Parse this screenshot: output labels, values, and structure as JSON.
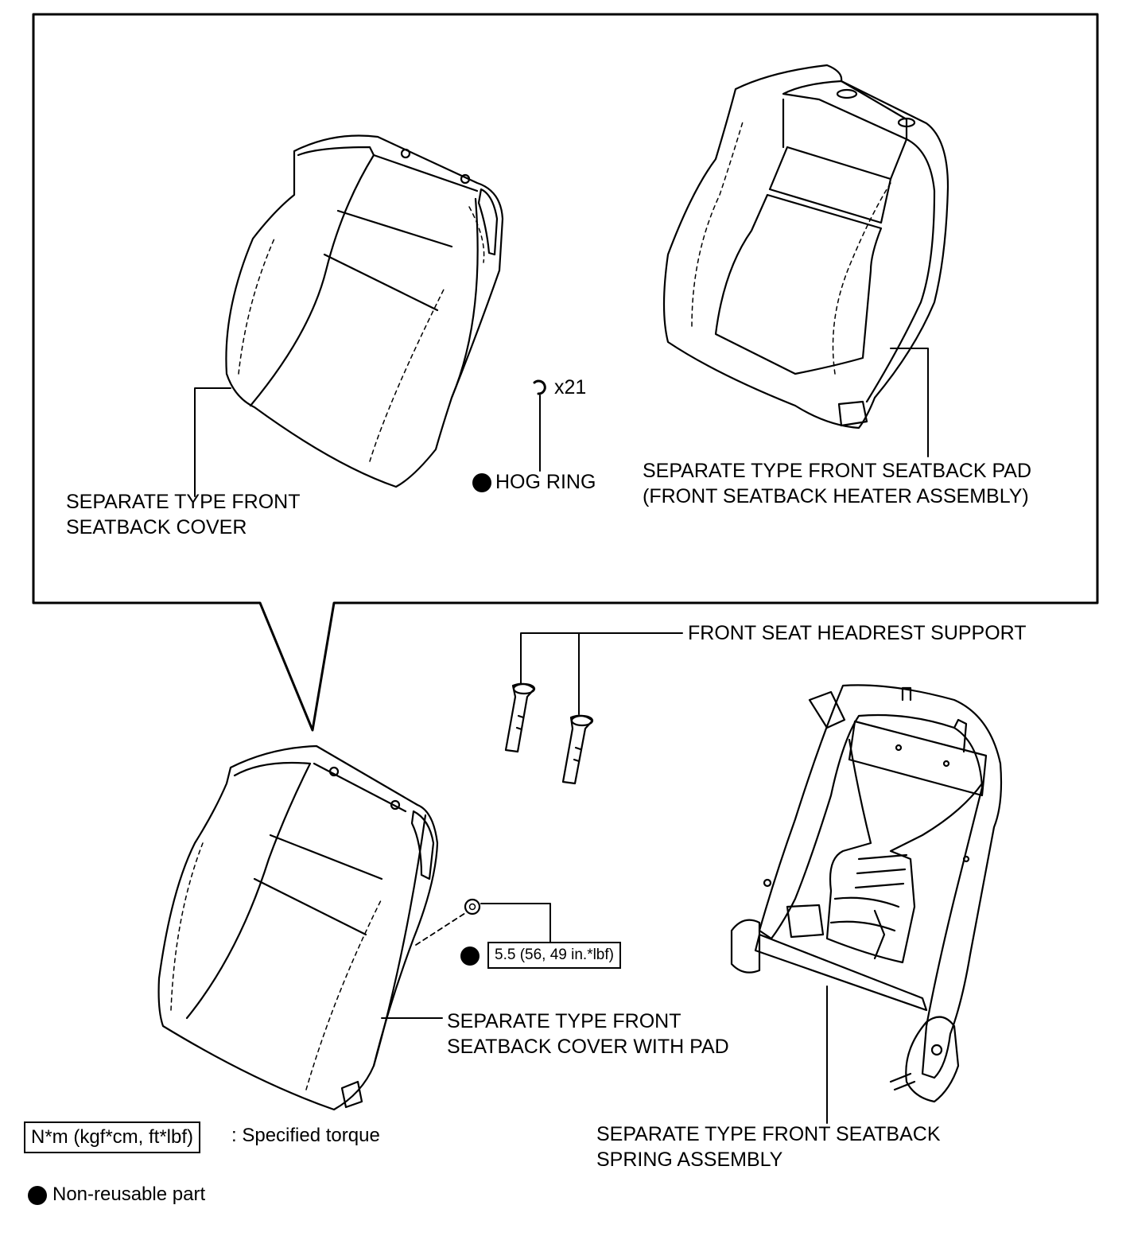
{
  "labels": {
    "seatback_cover": [
      "SEPARATE TYPE FRONT",
      "SEATBACK COVER"
    ],
    "hog_ring": "HOG RING",
    "hog_ring_qty": "x21",
    "seatback_pad": [
      "SEPARATE TYPE FRONT SEATBACK PAD",
      "(FRONT SEATBACK HEATER ASSEMBLY)"
    ],
    "headrest_support": "FRONT SEAT HEADREST SUPPORT",
    "torque_value": "5.5 (56, 49 in.*lbf)",
    "cover_with_pad": [
      "SEPARATE TYPE FRONT",
      "SEATBACK COVER WITH PAD"
    ],
    "spring_assembly": [
      "SEPARATE TYPE FRONT SEATBACK",
      "SPRING ASSEMBLY"
    ]
  },
  "legend": {
    "torque_unit": "N*m (kgf*cm, ft*lbf)",
    "torque_desc": ": Specified torque",
    "non_reusable": "Non-reusable part"
  },
  "colors": {
    "line": "#000000",
    "background": "#ffffff"
  }
}
